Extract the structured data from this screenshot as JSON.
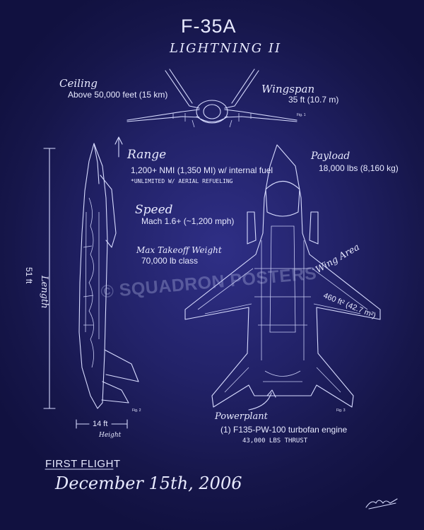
{
  "title": "F-35A",
  "subtitle": "LIGHTNING II",
  "specs": {
    "ceiling_label": "Ceiling",
    "ceiling_value": "Above 50,000 feet (15 km)",
    "wingspan_label": "Wingspan",
    "wingspan_value": "35 ft (10.7 m)",
    "range_label": "Range",
    "range_value": "1,200+ NMI (1,350 MI) w/ internal fuel",
    "range_note": "*UNLIMITED W/ AERIAL REFUELING",
    "payload_label": "Payload",
    "payload_value": "18,000 lbs (8,160 kg)",
    "speed_label": "Speed",
    "speed_value": "Mach 1.6+ (~1,200 mph)",
    "mtow_label": "Max Takeoff Weight",
    "mtow_value": "70,000 lb class",
    "wing_area_label": "Wing Area",
    "wing_area_value": "460 ft² (42.7 m²)",
    "length_label": "Length",
    "length_value": "51 ft",
    "height_label": "Height",
    "height_value": "14 ft",
    "powerplant_label": "Powerplant",
    "powerplant_value": "(1) F135-PW-100 turbofan engine",
    "powerplant_thrust": "43,000 LBS THRUST"
  },
  "figures": {
    "fig1": "Fig. 1",
    "fig2": "Fig. 2",
    "fig3": "Fig. 3"
  },
  "first_flight": {
    "heading": "FIRST FLIGHT",
    "date": "December 15th, 2006"
  },
  "watermark": "© SQUADRON POSTERS",
  "colors": {
    "background": "#222268",
    "line": "#d8dcff"
  }
}
